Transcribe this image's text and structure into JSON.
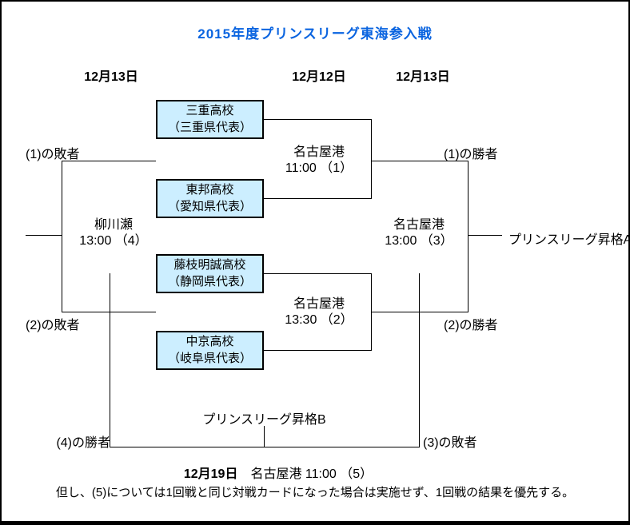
{
  "title": "2015年度プリンスリーグ東海参入戦",
  "colors": {
    "title": "#0a64e0",
    "box_fill": "#cceeff",
    "line": "#000000"
  },
  "round_dates": {
    "left": "12月13日",
    "center": "12月12日",
    "right": "12月13日"
  },
  "teams": [
    {
      "name": "三重高校",
      "prefecture": "（三重県代表）"
    },
    {
      "name": "東邦高校",
      "prefecture": "（愛知県代表）"
    },
    {
      "name": "藤枝明誠高校",
      "prefecture": "（静岡県代表）"
    },
    {
      "name": "中京高校",
      "prefecture": "（岐阜県代表）"
    }
  ],
  "matches": {
    "m1": {
      "venue": "名古屋港",
      "time": "11:00 （1）"
    },
    "m2": {
      "venue": "名古屋港",
      "time": "13:30 （2）"
    },
    "m3": {
      "venue": "名古屋港",
      "time": "13:00 （3）"
    },
    "m4": {
      "venue": "柳川瀬",
      "time": "13:00 （4）"
    },
    "m5": {
      "date": "12月19日",
      "detail": "名古屋港 11:00 （5）"
    }
  },
  "labels": {
    "loser1": "(1)の敗者",
    "winner1": "(1)の勝者",
    "loser2": "(2)の敗者",
    "winner2": "(2)の勝者",
    "winner4": "(4)の勝者",
    "loser3": "(3)の敗者",
    "promotionA": "プリンスリーグ昇格A",
    "promotionB": "プリンスリーグ昇格B"
  },
  "note": "但し、(5)については1回戦と同じ対戦カードになった場合は実施せず、1回戦の結果を優先する。"
}
